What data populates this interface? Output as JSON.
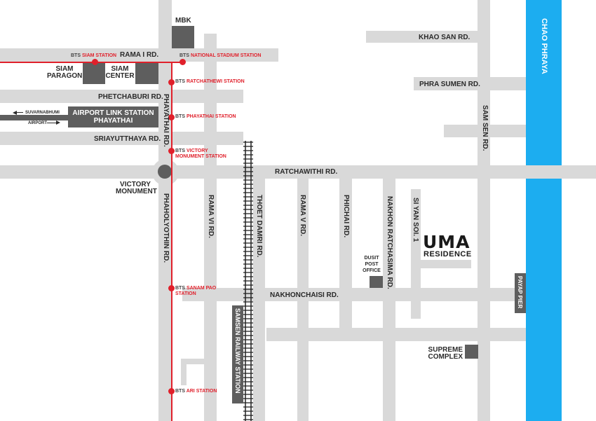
{
  "colors": {
    "road": "#d9d9d9",
    "building": "#5e5e5e",
    "bts_line": "#e0202b",
    "river": "#1cadf0",
    "railway": "#222222"
  },
  "river": {
    "label": "CHAO PHRAYA"
  },
  "roads": {
    "rama1": "RAMA I RD.",
    "phetchaburi": "PHETCHABURI RD.",
    "sriayutthaya": "SRIAYUTTHAYA RD.",
    "ratchawithi": "RATCHAWITHI RD.",
    "nakhonchaisi": "NAKHONCHAISI RD.",
    "khao_san": "KHAO SAN RD.",
    "phra_sumen": "PHRA SUMEN RD.",
    "sam_sen": "SAM SEN RD.",
    "phayathai": "PHAYATHAI RD.",
    "phaholyothin": "PHAHOLYOTHIN RD.",
    "rama6": "RAMA VI RD.",
    "thoet_damri": "THOET DAMRI RD.",
    "rama5": "RAMA V RD.",
    "phichai": "PHICHAI RD.",
    "nakhon_ratchasima": "NAKHON RATCHASIMA RD.",
    "si_yan": "SI YAN SOI. 1"
  },
  "landmarks": {
    "mbk": "MBK",
    "siam_paragon_1": "SIAM",
    "siam_paragon_2": "PARAGON",
    "siam_center_1": "SIAM",
    "siam_center_2": "CENTER",
    "airport_link_1": "AIRPORT LINK STATION",
    "airport_link_2": "PHAYATHAI",
    "suvarnabhumi": "SUVARNABHUMI",
    "airport": "AIRPORT",
    "victory_1": "VICTORY",
    "victory_2": "MONUMENT",
    "dusit_1": "DUSIT",
    "dusit_2": "POST",
    "dusit_3": "OFFICE",
    "supreme_1": "SUPREME",
    "supreme_2": "COMPLEX",
    "payap_pier": "PAYAP PIER",
    "samsen_station": "SAMSEN RAILWAY STATION"
  },
  "stations": {
    "prefix": "BTS",
    "siam": "SIAM STATION",
    "national_stadium": "NATIONAL STADIUM STATION",
    "ratchathewi": "RATCHATHEWI STATION",
    "phayathai": "PHAYATHAI STATION",
    "victory_1": "VICTORY",
    "victory_2": "MONUMENT STATION",
    "sanam_pao_1": "SANAM PAO",
    "sanam_pao_2": "STATION",
    "ari": "ARI STATION"
  },
  "uma": {
    "logo": "UMA",
    "sub": "RESIDENCE"
  }
}
